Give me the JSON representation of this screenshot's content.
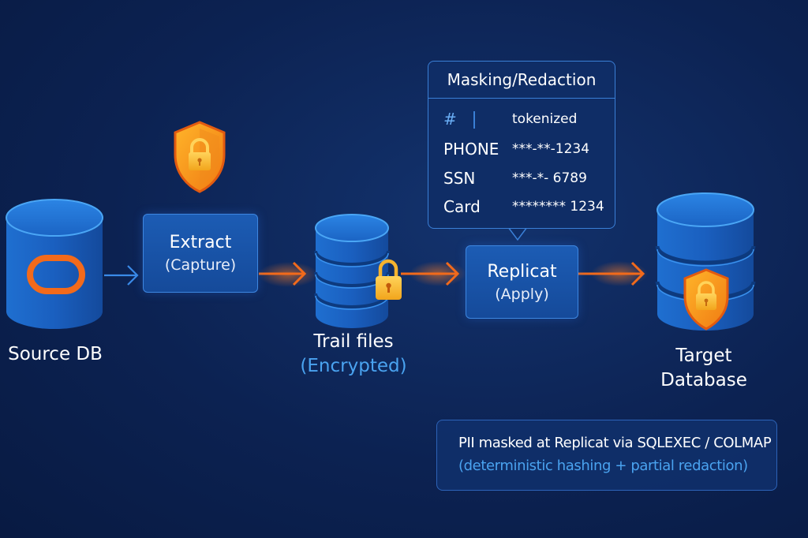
{
  "nodes": {
    "source_db": {
      "label": "Source DB",
      "logo": "oracle-ring-icon"
    },
    "extract": {
      "title": "Extract",
      "subtitle": "(Capture)",
      "badge": "shield-lock-icon"
    },
    "trail_files": {
      "label": "Trail files",
      "sublabel": "(Encrypted)",
      "badge": "padlock-icon"
    },
    "replicat": {
      "title": "Replicat",
      "subtitle": "(Apply)"
    },
    "target_db": {
      "label_line1": "Target",
      "label_line2": "Database",
      "badge": "shield-lock-icon"
    }
  },
  "masking_panel": {
    "title": "Masking/Redaction",
    "rows": [
      {
        "field": "#",
        "value": "tokenized"
      },
      {
        "field": "PHONE",
        "value": "***-**-1234"
      },
      {
        "field": "SSN",
        "value": "***-*- 6789"
      },
      {
        "field": "Card",
        "value": "******** 1234"
      }
    ]
  },
  "note": {
    "line1": "PII masked at Replicat via SQLEXEC / COLMAP",
    "line2": "(deterministic hashing + partial redaction)"
  },
  "flow": [
    {
      "from": "source_db",
      "to": "extract",
      "style": "blue"
    },
    {
      "from": "extract",
      "to": "trail_files",
      "style": "orange"
    },
    {
      "from": "trail_files",
      "to": "replicat",
      "style": "orange"
    },
    {
      "from": "replicat",
      "to": "target_db",
      "style": "orange"
    }
  ],
  "colors": {
    "background": "#0c2252",
    "node_fill": "#1a56ad",
    "node_border": "#3d86e0",
    "accent_orange": "#f26a1b",
    "accent_blue_text": "#4aa3f0",
    "lock_gold": "#f5b32e"
  }
}
